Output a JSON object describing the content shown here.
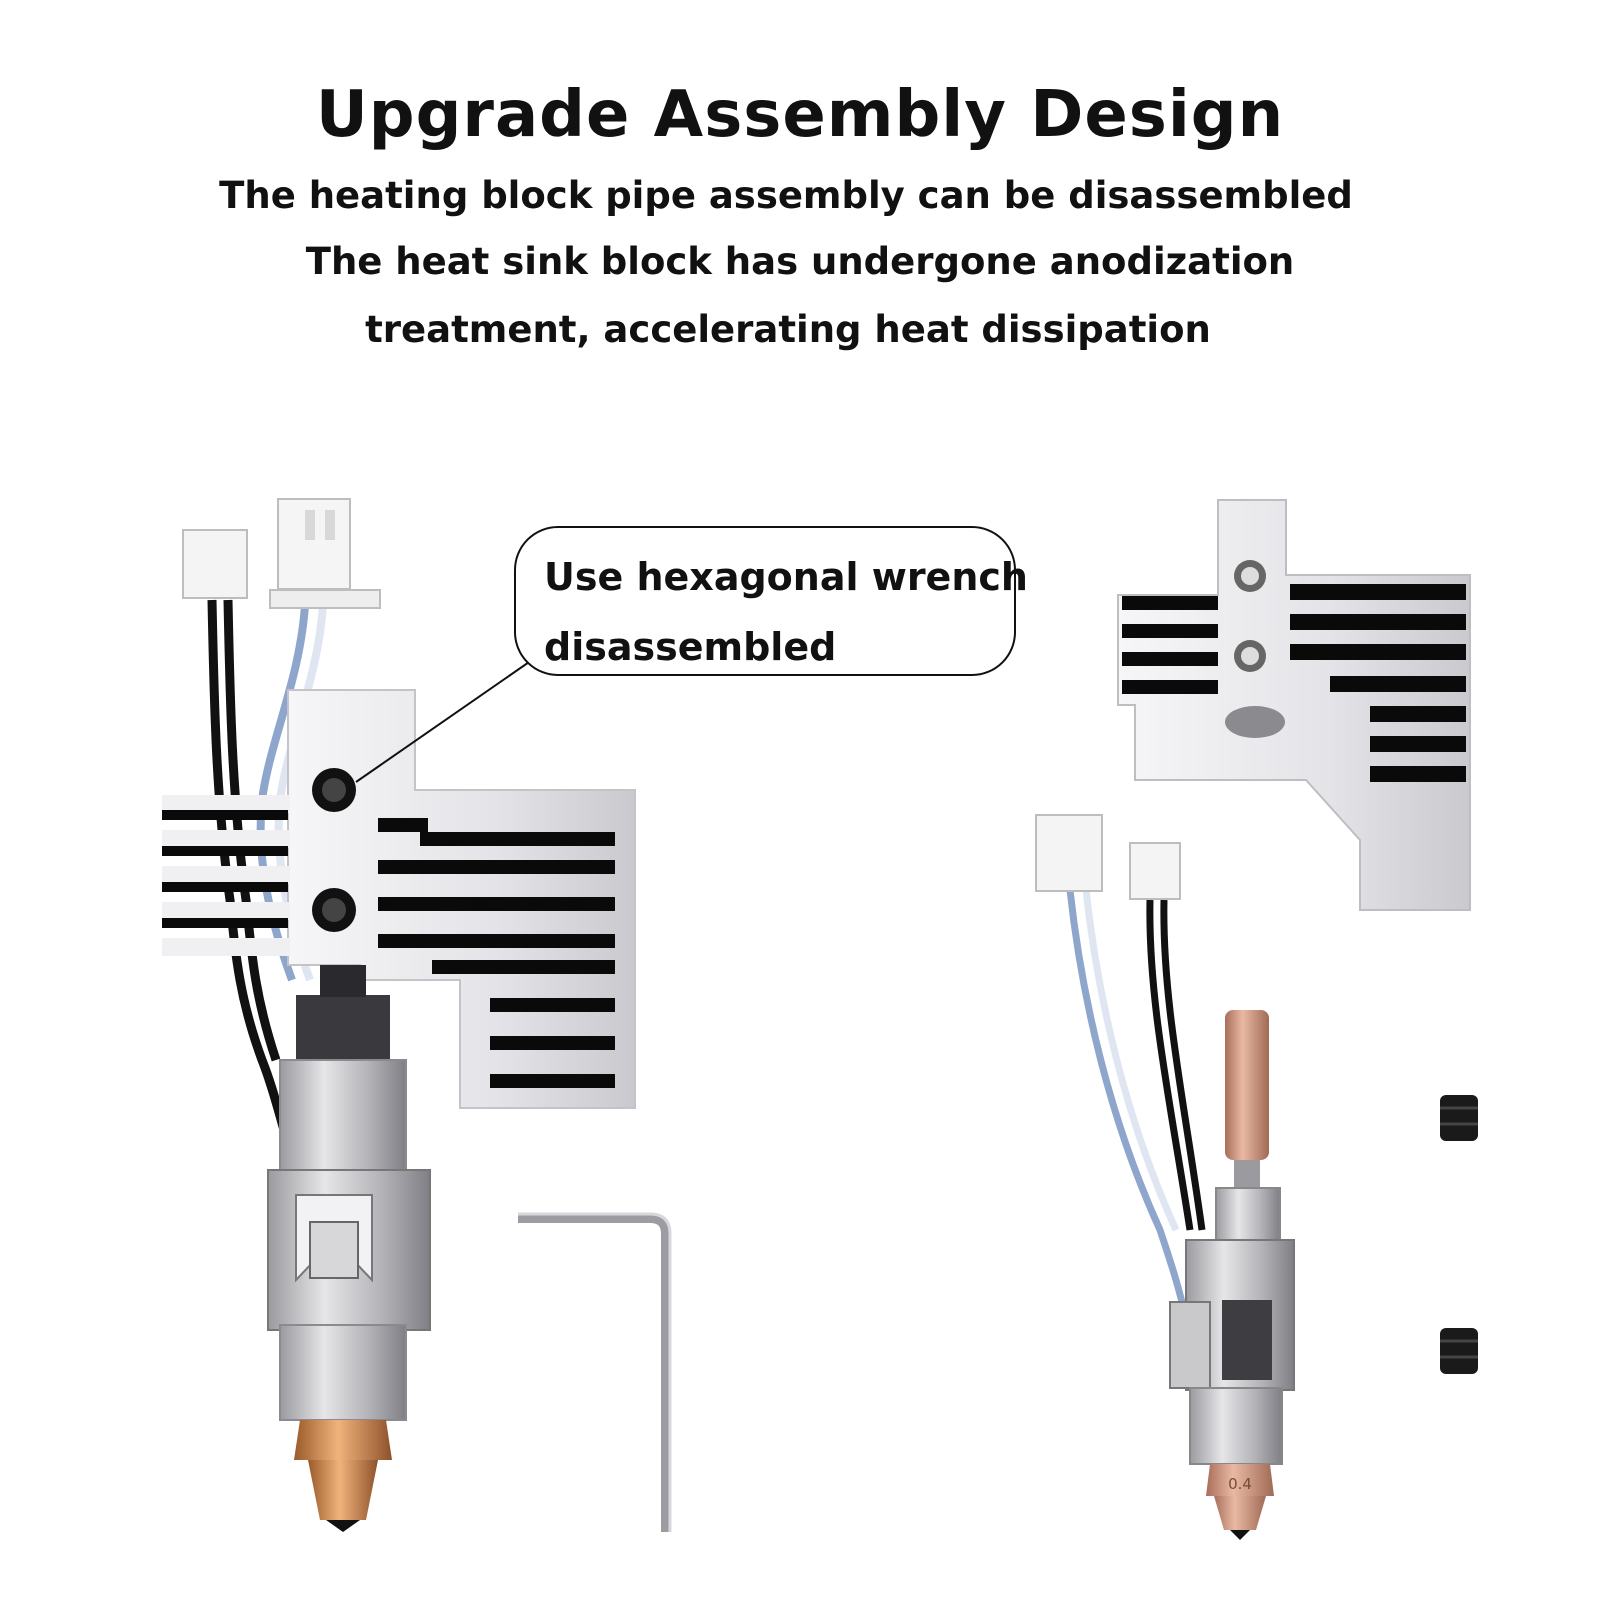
{
  "headline": "Upgrade Assembly Design",
  "lines": [
    "The heating block pipe assembly can be disassembled",
    "The heat sink block has undergone anodization",
    "treatment, accelerating heat dissipation"
  ],
  "callout": {
    "line1": "Use hexagonal wrench",
    "line2": "disassembled"
  },
  "nozzle_marking": "0.4",
  "colors": {
    "aluminum": "#e9e9ec",
    "fin_shadow": "#0a0a0a",
    "steel": "#b8b8bc",
    "copper": "#c8937a",
    "brass": "#cf8f5a",
    "connector": "#f4f4f4",
    "wire_blue": "#8fa6cc"
  }
}
